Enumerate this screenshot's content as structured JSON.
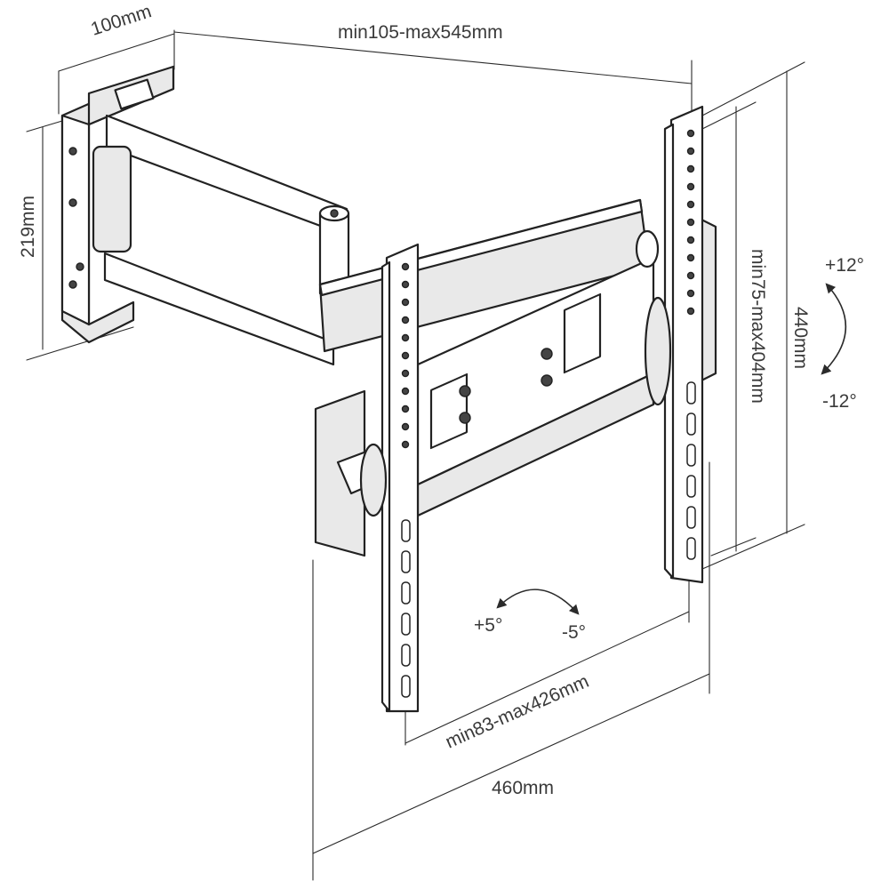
{
  "dimensions": {
    "wall_plate_depth": "100mm",
    "arm_extension": "min105-max545mm",
    "wall_plate_height": "219mm",
    "vertical_hole_spacing": "min75-max404mm",
    "bracket_height": "440mm",
    "horizontal_hole_spacing": "min83-max426mm",
    "bracket_width": "460mm"
  },
  "angles": {
    "tilt_up": "+12°",
    "tilt_down": "-12°",
    "swivel_left": "+5°",
    "swivel_right": "-5°"
  },
  "colors": {
    "line": "#2b2b2b",
    "text": "#3a3a3a",
    "background": "#ffffff"
  }
}
